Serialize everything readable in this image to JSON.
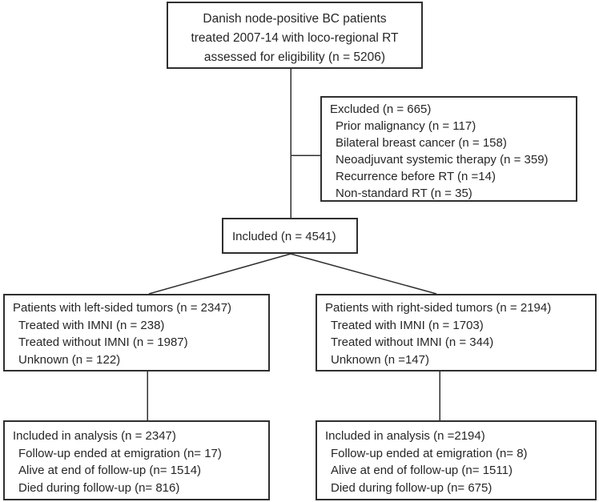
{
  "flowchart": {
    "eligibility": {
      "lines": [
        "Danish node-positive BC patients",
        "treated 2007-14 with loco-regional RT",
        "assessed for eligibility (n = 5206)"
      ]
    },
    "excluded": {
      "title": "Excluded (n = 665)",
      "items": [
        "Prior malignancy (n = 117)",
        "Bilateral breast cancer (n = 158)",
        "Neoadjuvant systemic therapy (n = 359)",
        "Recurrence before RT (n =14)",
        "Non-standard RT (n = 35)"
      ]
    },
    "included": {
      "title": "Included (n = 4541)"
    },
    "left_tumors": {
      "title": "Patients with left-sided tumors (n = 2347)",
      "items": [
        "Treated with IMNI (n = 238)",
        "Treated without IMNI (n = 1987)",
        "Unknown (n = 122)"
      ]
    },
    "right_tumors": {
      "title": "Patients with right-sided tumors (n = 2194)",
      "items": [
        "Treated with IMNI (n = 1703)",
        "Treated without IMNI (n = 344)",
        "Unknown (n =147)"
      ]
    },
    "left_analysis": {
      "title": "Included in analysis (n = 2347)",
      "items": [
        "Follow-up ended at emigration (n= 17)",
        "Alive at end of follow-up (n= 1514)",
        "Died during follow-up (n= 816)"
      ]
    },
    "right_analysis": {
      "title": "Included in analysis (n =2194)",
      "items": [
        "Follow-up ended at emigration (n= 8)",
        "Alive at end of follow-up (n= 1511)",
        "Died during follow-up (n= 675)"
      ]
    }
  },
  "colors": {
    "border": "#2f2f2f",
    "text": "#262626",
    "background": "#ffffff",
    "connector": "#2f2f2f"
  }
}
